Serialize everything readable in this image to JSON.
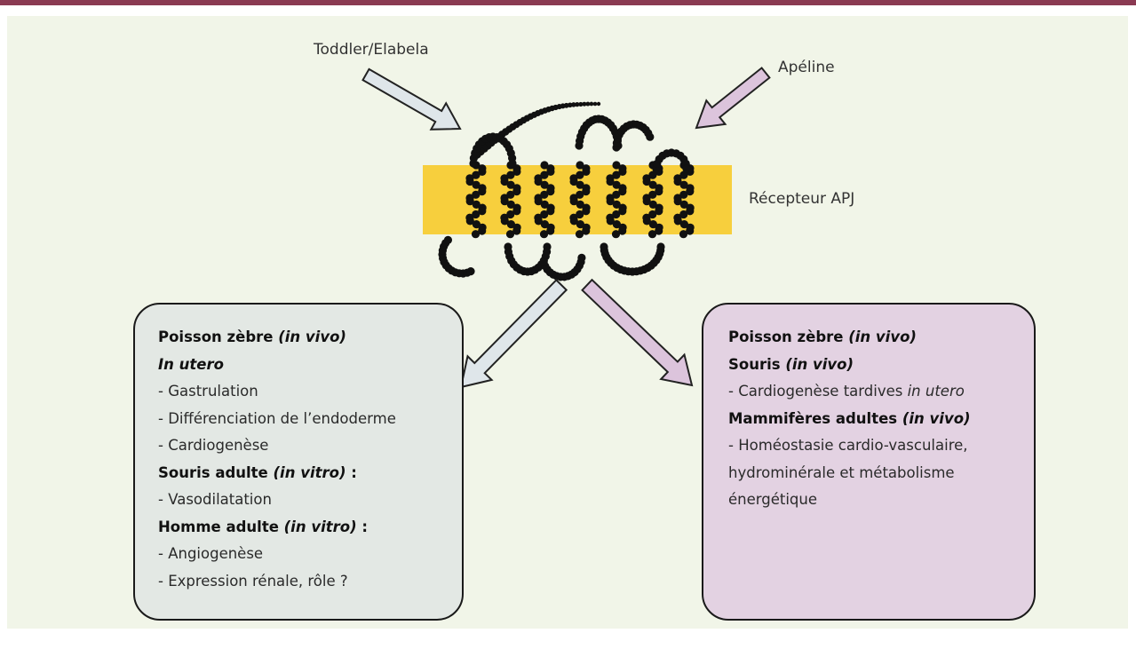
{
  "labels": {
    "left_ligand": "Toddler/Elabela",
    "right_ligand": "Apéline",
    "receptor": "Récepteur APJ"
  },
  "left_box": {
    "lines": [
      {
        "text": "Poisson zèbre ",
        "em": "(in vivo)",
        "tail": "",
        "bold": true
      },
      {
        "text": "",
        "em": "In utero",
        "tail": "",
        "bold": true
      },
      {
        "text": "- Gastrulation",
        "em": "",
        "tail": "",
        "bold": false
      },
      {
        "text": "- Différenciation de l’endoderme",
        "em": "",
        "tail": "",
        "bold": false
      },
      {
        "text": "- Cardiogenèse",
        "em": "",
        "tail": "",
        "bold": false
      },
      {
        "text": "Souris adulte ",
        "em": "(in vitro)",
        "tail": " :",
        "bold": true
      },
      {
        "text": "- Vasodilatation",
        "em": "",
        "tail": "",
        "bold": false
      },
      {
        "text": "Homme adulte ",
        "em": "(in vitro)",
        "tail": " :",
        "bold": true
      },
      {
        "text": "- Angiogenèse",
        "em": "",
        "tail": "",
        "bold": false
      },
      {
        "text": "- Expression rénale, rôle ?",
        "em": "",
        "tail": "",
        "bold": false
      }
    ]
  },
  "right_box": {
    "lines": [
      {
        "text": "Poisson zèbre ",
        "em": "(in vivo)",
        "tail": "",
        "bold": true
      },
      {
        "text": "Souris ",
        "em": "(in vivo)",
        "tail": "",
        "bold": true
      },
      {
        "text": "- Cardiogenèse tardives ",
        "em": "in utero",
        "tail": "",
        "bold": false
      },
      {
        "text": "Mammifères adultes ",
        "em": "(in vivo)",
        "tail": "",
        "bold": true
      },
      {
        "text": "- Homéostasie cardio-vasculaire,",
        "em": "",
        "tail": "",
        "bold": false
      },
      {
        "text": "hydrominérale et métabolisme",
        "em": "",
        "tail": "",
        "bold": false
      },
      {
        "text": "énergétique",
        "em": "",
        "tail": "",
        "bold": false
      }
    ]
  },
  "colors": {
    "top_rule": "#8a3a52",
    "panel_bg": "#f1f5e8",
    "membrane": "#f7cf3d",
    "arrow_left_fill": "#dfe6ea",
    "arrow_right_fill": "#dcc4dc",
    "box_left_bg": "#e3e8e4",
    "box_right_bg": "#e3d2e2",
    "residue": "#111111"
  }
}
